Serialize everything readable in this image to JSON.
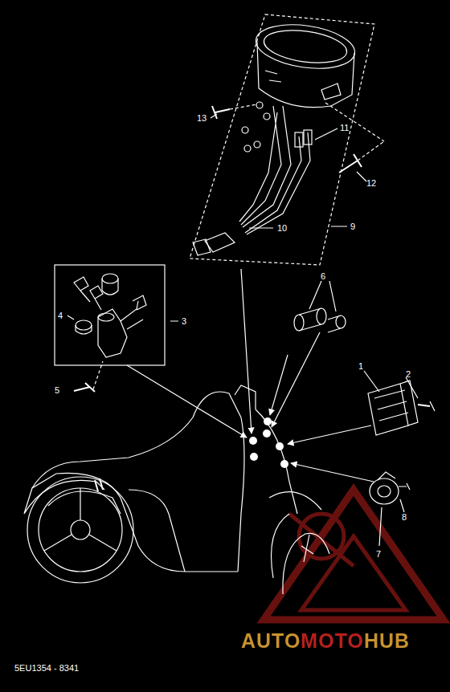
{
  "diagram": {
    "labels": [
      "13",
      "11",
      "12",
      "10",
      "9",
      "6",
      "1",
      "2",
      "4",
      "3",
      "5",
      "8",
      "7",
      "AUTOMOTOHUB",
      "5EU1354 - 8341"
    ]
  }
}
